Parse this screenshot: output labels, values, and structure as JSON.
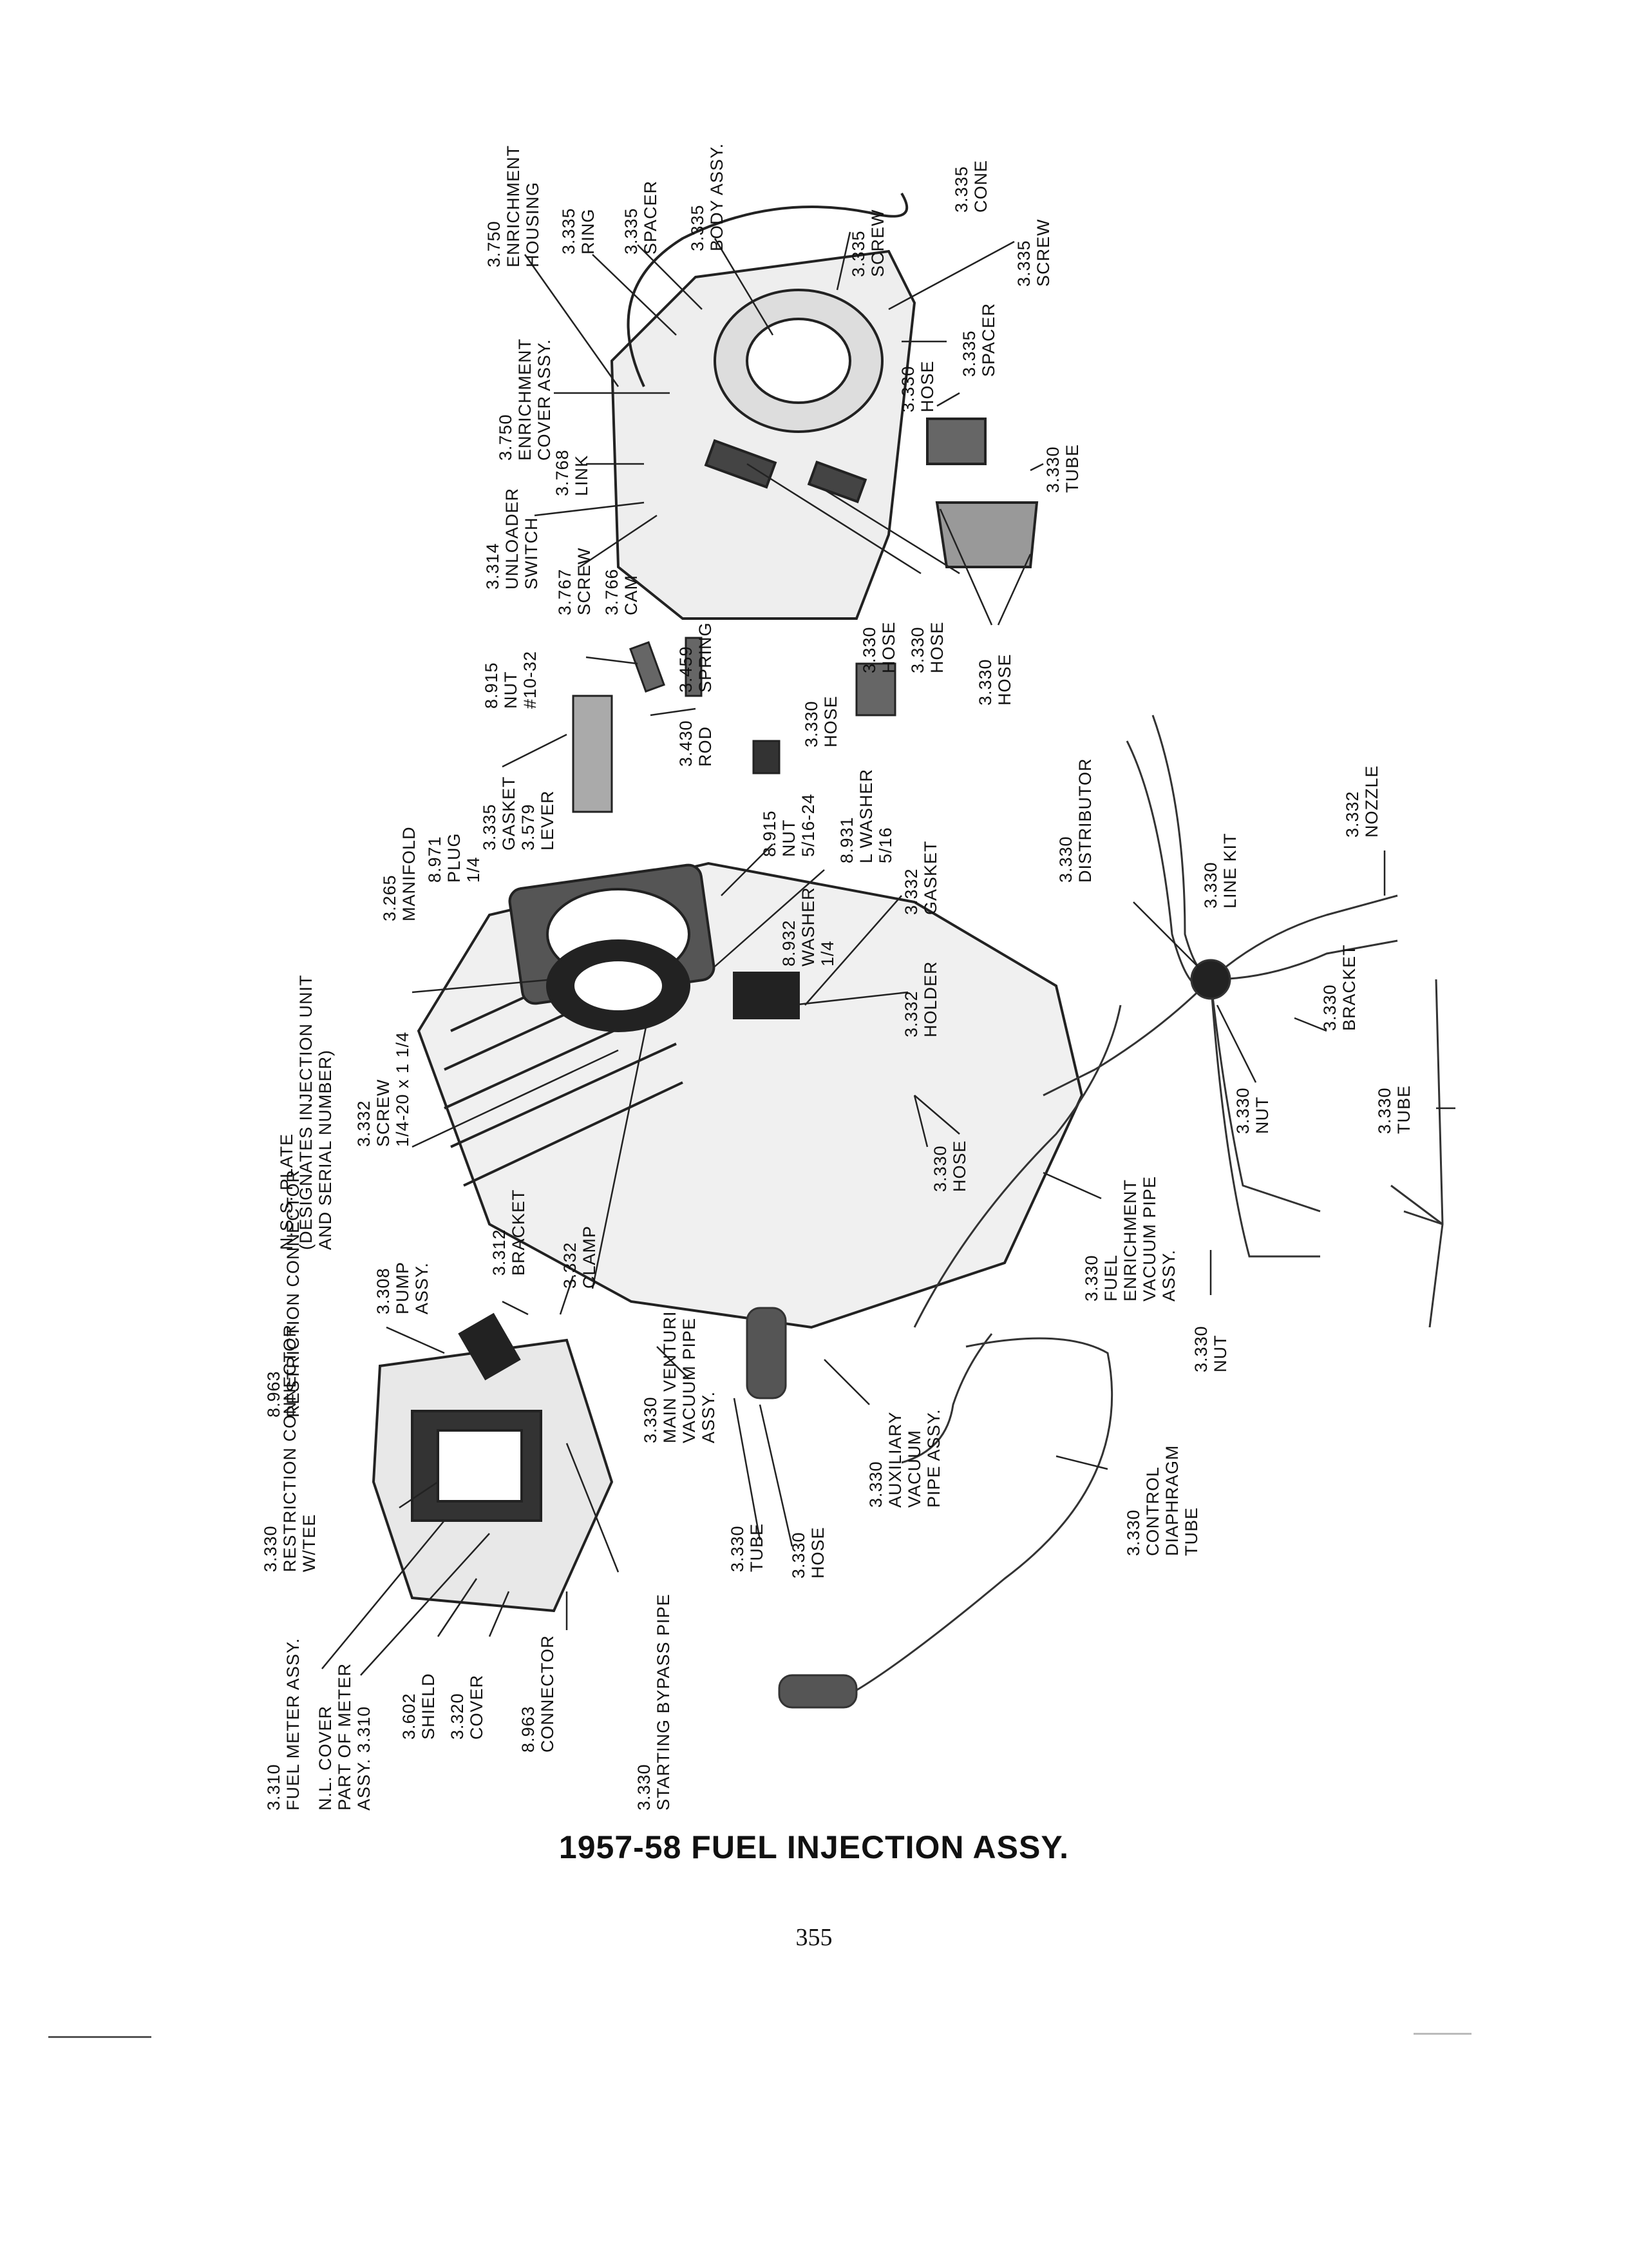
{
  "figure": {
    "title": "1957-58 FUEL INJECTION ASSY.",
    "page_number": "355"
  },
  "callouts": {
    "enrichment_housing": "3.750\nENRICHMENT\nHOUSING",
    "body_assy": "3.335\nBODY ASSY.",
    "ring": "3.335\nRING",
    "spacer_top": "3.335\nSPACER",
    "screw_top": "3.335\nSCREW",
    "cone": "3.335\nCONE",
    "screw_right": "3.335\nSCREW",
    "spacer_right": "3.335\nSPACER",
    "hose_top": "3.330\nHOSE",
    "tube_top": "3.330\nTUBE",
    "enrichment_cover_assy": "3.750\nENRICHMENT\nCOVER ASSY.",
    "link": "3.768\nLINK",
    "unloader_switch": "3.314\nUNLOADER\nSWITCH",
    "screw_cam": "3.767\nSCREW",
    "cam": "3.766\nCAM",
    "hose_mid_a": "3.330\nHOSE",
    "hose_mid_b": "3.330\nHOSE",
    "hose_right": "3.330\nHOSE",
    "nut_10_32": "8.915\nNUT\n#10-32",
    "spring": "3.459\nSPRING",
    "rod": "3.430\nROD",
    "hose_center": "3.330\nHOSE",
    "manifold": "3.265\nMANIFOLD",
    "plug": "8.971\nPLUG\n1/4",
    "gasket_upper": "3.335\nGASKET",
    "lever": "3.579\nLEVER",
    "nut_5_16": "8.915\nNUT\n5/16-24",
    "l_washer": "8.931\nL WASHER\n5/16",
    "washer": "8.932\nWASHER\n1/4",
    "gasket_332": "3.332\nGASKET",
    "holder": "3.332\nHOLDER",
    "distributor": "3.330\nDISTRIBUTOR",
    "line_kit": "3.330\nLINE KIT",
    "nozzle": "3.332\nNOZZLE",
    "bracket_right": "3.330\nBRACKET",
    "nut_right": "3.330\nNUT",
    "tube_right": "3.330\nTUBE",
    "nss_plate": "N.S.S. PLATE\n(DESIGNATES INJECTION UNIT\nAND SERIAL NUMBER)",
    "screw_332": "3.332\nSCREW\n1/4-20 x 1 1/4",
    "hose_lower_center": "3.330\nHOSE",
    "pump_assy": "3.308\nPUMP\nASSY.",
    "bracket_312": "3.312\nBRACKET",
    "clamp": "3.332\nCLAMP",
    "fuel_enrichment_pipe": "3.330\nFUEL\nENRICHMENT\nVACUUM PIPE\nASSY.",
    "nut_lower_right": "3.330\nNUT",
    "restriction_connector": "8.963\nRESTRICTION CONNECTOR",
    "w_tee": "3.330\nRESTRICTION CONNECTOR\nW/TEE",
    "main_venturi_pipe": "3.330\nMAIN VENTURI\nVACUUM PIPE\nASSY.",
    "auxiliary_pipe": "3.330\nAUXILIARY\nVACUUM\nPIPE ASSY.",
    "control_diaphragm_tube": "3.330\nCONTROL\nDIAPHRAGM\nTUBE",
    "tube_lower": "3.330\nTUBE",
    "hose_lower": "3.330\nHOSE",
    "fuel_meter_assy": "3.310\nFUEL METER ASSY.",
    "nl_cover": "N.L. COVER\nPART OF METER\nASSY. 3.310",
    "shield": "3.602\nSHIELD",
    "cover": "3.320\nCOVER",
    "connector_963": "8.963\nCONNECTOR",
    "starting_bypass_pipe": "3.330\nSTARTING BYPASS PIPE"
  }
}
